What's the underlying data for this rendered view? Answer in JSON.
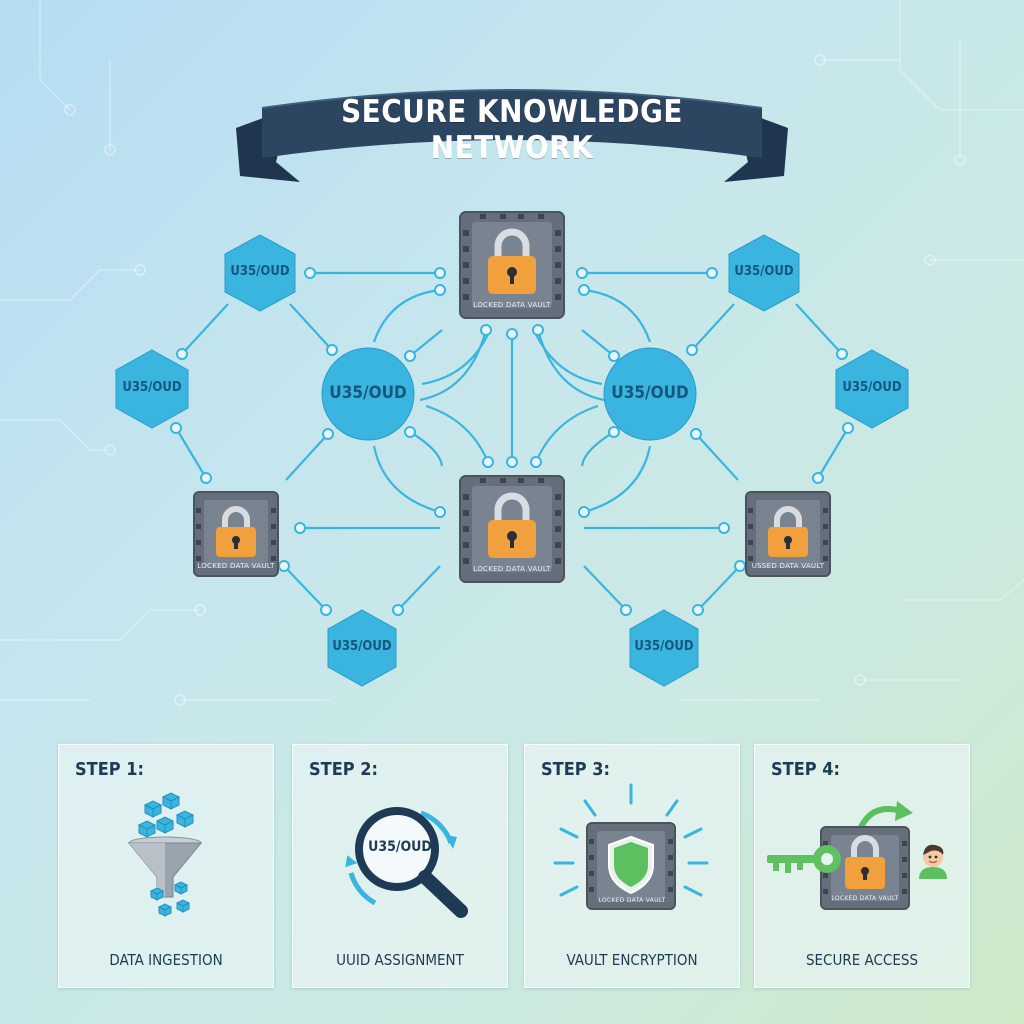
{
  "title": "SECURE KNOWLEDGE NETWORK",
  "network": {
    "hex_nodes": [
      {
        "label": "U35/OUD"
      },
      {
        "label": "U35/OUD"
      },
      {
        "label": "U35/OUD"
      },
      {
        "label": "U35/OUD"
      },
      {
        "label": "U35/OUD"
      },
      {
        "label": "U35/OUD"
      }
    ],
    "circle_nodes": [
      {
        "label": "U35/OUD"
      },
      {
        "label": "U35/OUD"
      }
    ],
    "vaults": [
      {
        "label": "LOCKED DATA VAULT"
      },
      {
        "label": "LOCKED DATA VAULT"
      },
      {
        "label": "LOCKED DATA VAULT"
      },
      {
        "label": "USSED DATA VAULT"
      }
    ]
  },
  "steps": [
    {
      "number": "STEP 1:",
      "name": "DATA INGESTION"
    },
    {
      "number": "STEP 2:",
      "name": "UUID ASSIGNMENT",
      "icon_label": "U35/OUD"
    },
    {
      "number": "STEP 3:",
      "name": "VAULT ENCRYPTION",
      "icon_label": "LOCKED DATA VAULT"
    },
    {
      "number": "STEP 4:",
      "name": "SECURE ACCESS",
      "icon_label": "LOCKED DATA VAULT"
    }
  ],
  "colors": {
    "node_blue": "#3ab5e0",
    "vault_gray": "#656f7c",
    "lock_orange": "#f0a03c",
    "banner_navy": "#2c4560",
    "shield_green": "#5cbf60",
    "key_green": "#5fc160"
  }
}
